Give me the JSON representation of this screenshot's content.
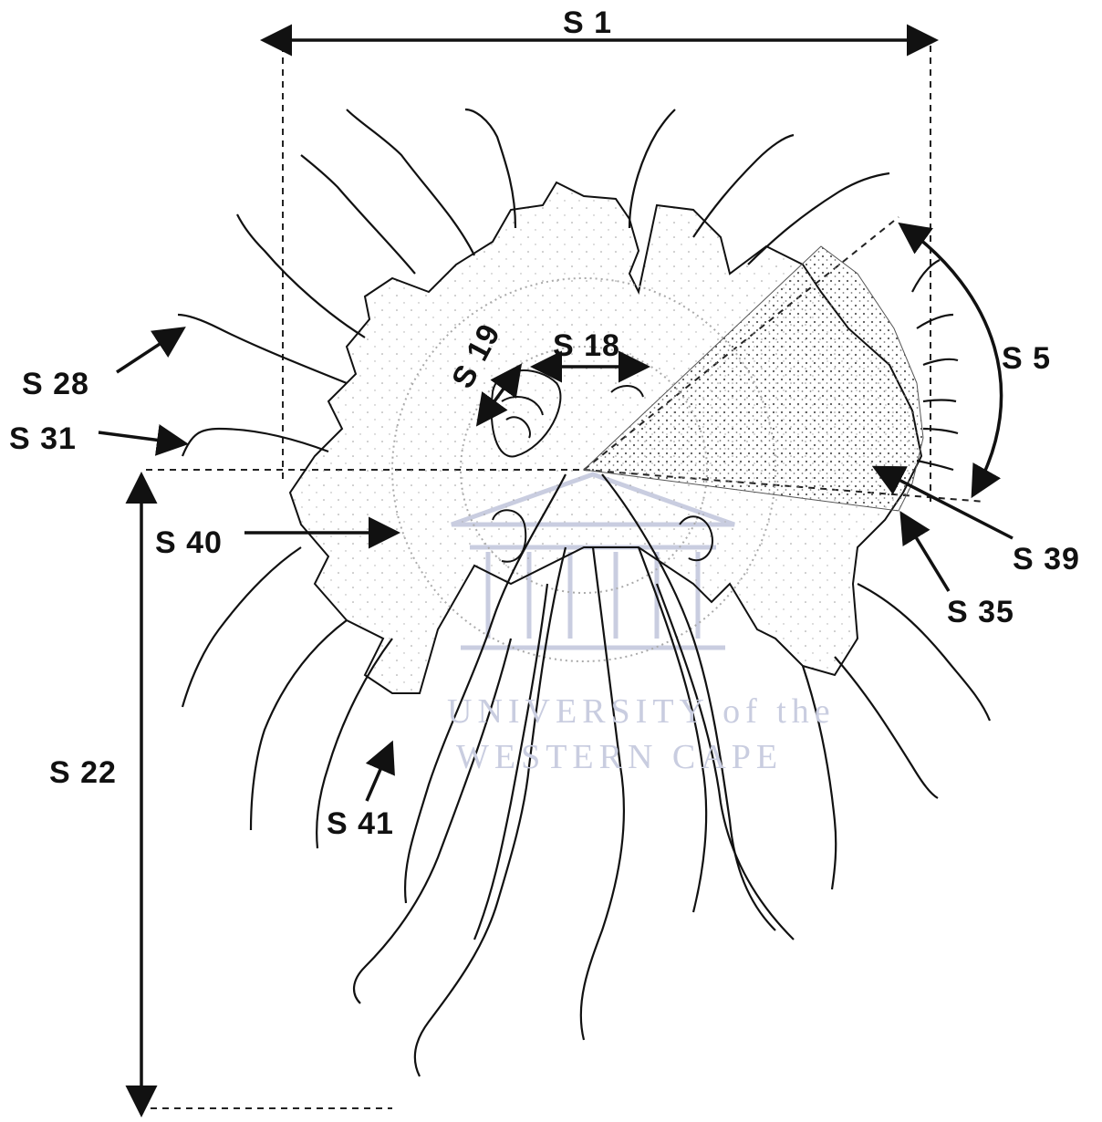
{
  "labels": {
    "s1": "S 1",
    "s5": "S 5",
    "s18": "S 18",
    "s19": "S 19",
    "s22": "S 22",
    "s28": "S 28",
    "s31": "S 31",
    "s35": "S 35",
    "s39": "S 39",
    "s40": "S 40",
    "s41": "S 41"
  },
  "watermark": {
    "line1": "UNIVERSITY of the",
    "line2": "WESTERN CAPE"
  },
  "colors": {
    "ink": "#111111",
    "watermark": "#c9cde0"
  }
}
